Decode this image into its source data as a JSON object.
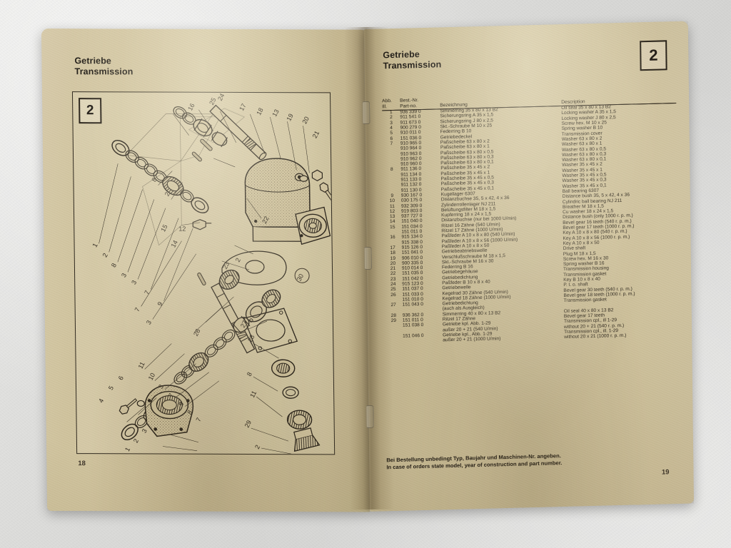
{
  "document": {
    "left_page": {
      "header_line1": "Getriebe",
      "header_line2": "Transmission",
      "section_badge": "2",
      "page_number": "18",
      "diagram_callouts": [
        "1",
        "2",
        "3",
        "4",
        "5",
        "6",
        "7",
        "8",
        "9",
        "10",
        "11",
        "12",
        "13",
        "14",
        "15",
        "16",
        "17",
        "18",
        "19",
        "20",
        "21",
        "22",
        "23",
        "24",
        "25",
        "26",
        "27",
        "28",
        "29",
        "30"
      ]
    },
    "right_page": {
      "header_line1": "Getriebe",
      "header_line2": "Transmission",
      "section_badge": "2",
      "page_number": "19",
      "columns": {
        "ill_de": "Abb.",
        "ill_en": "Ill.",
        "partno_de": "Best.-Nr.",
        "partno_en": "Part-no.",
        "desc_de": "Bezeichnung",
        "desc_en": "Description"
      },
      "rows": [
        {
          "ill": "1",
          "partno": "936 339 0",
          "de": "Simmerring 35 x 80 x 13 B2",
          "en": "Oil seal 35 x 80 x 13 B2"
        },
        {
          "ill": "2",
          "partno": "911 541 0",
          "de": "Sicherungsring A 35 x 1,5",
          "en": "Locking washer A 35 x 1,5"
        },
        {
          "ill": "3",
          "partno": "911 673 0",
          "de": "Sicherungsring J 80 x 2,5",
          "en": "Locking washer J 80 x 2,5"
        },
        {
          "ill": "4",
          "partno": "900 279 0",
          "de": "Skt.-Schraube M 10 x 25",
          "en": "Screw hex. M 10 x 25"
        },
        {
          "ill": "5",
          "partno": "910 011 0",
          "de": "Federring B 10",
          "en": "Spring washer B 10"
        },
        {
          "ill": "6",
          "partno": "151 036 0",
          "de": "Getriebedeckel",
          "en": "Transmission cover"
        },
        {
          "ill": "7",
          "partno": "910 965 0",
          "de": "Paßscheibe 63 x 80 x 2",
          "en": "Washer 63 x 80 x 2"
        },
        {
          "ill": "",
          "partno": "910 964 0",
          "de": "Paßscheibe 63 x 80 x 1",
          "en": "Washer 63 x 80 x 1"
        },
        {
          "ill": "",
          "partno": "910 963 0",
          "de": "Paßscheibe 63 x 80 x 0,5",
          "en": "Washer 63 x 80 x 0,5"
        },
        {
          "ill": "",
          "partno": "910 962 0",
          "de": "Paßscheibe 63 x 80 x 0,3",
          "en": "Washer 63 x 80 x 0,3"
        },
        {
          "ill": "",
          "partno": "910 960 0",
          "de": "Paßscheibe 63 x 80 x 0,1",
          "en": "Washer 63 x 80 x 0,1"
        },
        {
          "ill": "8",
          "partno": "911 136 0",
          "de": "Paßscheibe 35 x 45 x 2",
          "en": "Washer 35 x 45 x 2"
        },
        {
          "ill": "",
          "partno": "911 134 0",
          "de": "Paßscheibe 35 x 45 x 1",
          "en": "Washer 35 x 45 x 1"
        },
        {
          "ill": "",
          "partno": "911 133 0",
          "de": "Paßscheibe 35 x 45 x 0,5",
          "en": "Washer 35 x 45 x 0,5"
        },
        {
          "ill": "",
          "partno": "911 132 0",
          "de": "Paßscheibe 35 x 45 x 0,3",
          "en": "Washer 35 x 45 x 0,3"
        },
        {
          "ill": "",
          "partno": "911 130 0",
          "de": "Paßscheibe 35 x 45 x 0,1",
          "en": "Washer 35 x 45 x 0,1"
        },
        {
          "ill": "9",
          "partno": "930 167 0",
          "de": "Kugellager 6307",
          "en": "Ball bearing 6307"
        },
        {
          "ill": "10",
          "partno": "030 175 0",
          "de": "Distanzbuchse 35, 5 x 42, 4 x 36",
          "en": "Distance bush 35, 5 x 42, 4 x 36"
        },
        {
          "ill": "11",
          "partno": "932 309 0",
          "de": "Zylinderrollenlager NJ 211",
          "en": "Cylindric ball bearing NJ 211"
        },
        {
          "ill": "12",
          "partno": "919 803 0",
          "de": "Belüftungsfilter M 18 x 1,5",
          "en": "Breather M 18 x 1,5"
        },
        {
          "ill": "13",
          "partno": "937 727 0",
          "de": "Kupferring 18 x 24 x 1,5",
          "en": "Cu washer 18 x 24 x 1,5"
        },
        {
          "ill": "14",
          "partno": "151 040 0",
          "de": "Distanzbuchse (nur bei 1000 U/min)",
          "en": "Distance bush (only 1000 r. p. m.)"
        },
        {
          "ill": "15",
          "partno": "151 034 0",
          "de": "Ritzel 16 Zähne (540 U/min)",
          "en": "Bevel gear 16 teeth (540 r. p. m.)"
        },
        {
          "ill": "",
          "partno": "151 011 0",
          "de": "Ritzel 17 Zähne (1000 U/min)",
          "en": "Bevel gear 17 teeth (1000 r. p. m.)"
        },
        {
          "ill": "16",
          "partno": "915 134 0",
          "de": "Paßfeder A 10 x 8 x 80 (540 U/min)",
          "en": "Key A 10 x 8 x 80 (540 r. p. m.)"
        },
        {
          "ill": "",
          "partno": "915 338 0",
          "de": "Paßfeder A 10 x 8 x 56 (1000 U/min)",
          "en": "Key A 10 x 8 x 56 (1000 r. p. m.)"
        },
        {
          "ill": "17",
          "partno": "915 126 0",
          "de": "Paßfeder A 10 x 8 x 50",
          "en": "Key A 10 x 8 x 50"
        },
        {
          "ill": "18",
          "partno": "151 041 0",
          "de": "Getriebeabtriebswelle",
          "en": "Drive shaft"
        },
        {
          "ill": "19",
          "partno": "906 010 0",
          "de": "Verschlußschraube M 18 x 1,5",
          "en": "Plug M 18 x 1,5"
        },
        {
          "ill": "20",
          "partno": "900 335 0",
          "de": "Skt.-Schraube M 16 x 30",
          "en": "Screw hex. M 16 x 30"
        },
        {
          "ill": "21",
          "partno": "910 014 0",
          "de": "Federring B 16",
          "en": "Spring washer B 16"
        },
        {
          "ill": "22",
          "partno": "151 035 0",
          "de": "Getriebegehäuse",
          "en": "Transmission housing"
        },
        {
          "ill": "23",
          "partno": "151 042 0",
          "de": "Getriebedichtung",
          "en": "Transmission gasket"
        },
        {
          "ill": "24",
          "partno": "915 123 0",
          "de": "Paßfeder B 10 x 8 x 40",
          "en": "Key B 10 x 8 x 40"
        },
        {
          "ill": "25",
          "partno": "151 037 0",
          "de": "Getriebewelle",
          "en": "P. t. o. shaft"
        },
        {
          "ill": "26",
          "partno": "151 033 0",
          "de": "Kegelrad 30 Zähne (540 U/min)",
          "en": "Bevel gear 30 teeth (540 r. p. m.)"
        },
        {
          "ill": "",
          "partno": "151 010 0",
          "de": "Kegelrad 18 Zähne (1000 U/min)",
          "en": "Bevel gear 18 teeth (1000 r. p. m.)"
        },
        {
          "ill": "27",
          "partno": "151 043 0",
          "de": "Getriebedichtung",
          "en": "Transmission gasket"
        },
        {
          "ill": "",
          "partno": "",
          "de": "(auch als Ausgleich)",
          "en": ""
        },
        {
          "ill": "28",
          "partno": "936 362 0",
          "de": "Simmerring 40 x 80 x 13 B2",
          "en": "Oil seal 40 x 80 x 13 B2"
        },
        {
          "ill": "29",
          "partno": "151 011 0",
          "de": "Ritzel 17 Zähne",
          "en": "Bevel gear 17 teeth"
        },
        {
          "ill": "",
          "partno": "151 038 0",
          "de": "Getriebe kpl. Abb. 1-29",
          "en": "Transmission cpl., ill 1-29"
        },
        {
          "ill": "",
          "partno": "",
          "de": "außer 20 + 21 (540 U/min)",
          "en": "without 20 + 21 (540 r. p. m.)"
        },
        {
          "ill": "",
          "partno": "151 046 0",
          "de": "Getriebe kpl., Abb. 1-29",
          "en": "Transmission cpl., ill. 1-29"
        },
        {
          "ill": "",
          "partno": "",
          "de": "außer 20 + 21 (1000 U/min)",
          "en": "without 20 x 21 (1000 r. p. m.)"
        }
      ],
      "order_note_de": "Bei Bestellung unbedingt Typ, Baujahr und Maschinen-Nr. angeben.",
      "order_note_en": "In case of orders state model, year of construction and part number."
    }
  },
  "colors": {
    "paper": "#cbbe99",
    "ink": "#221c14",
    "desk": "#e0e0de"
  }
}
